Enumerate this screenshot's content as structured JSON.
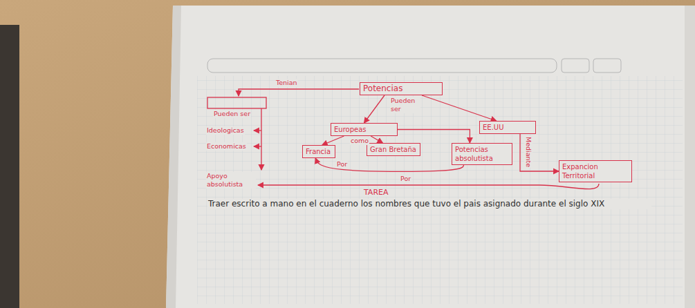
{
  "diagram": {
    "nodes": [
      {
        "text": [
          "Potencias"
        ]
      },
      {
        "text": [
          "Europeas"
        ]
      },
      {
        "text": [
          "EE.UU"
        ]
      },
      {
        "text": [
          "Francia"
        ]
      },
      {
        "text": [
          "Gran Bretaña"
        ]
      },
      {
        "text": [
          "Potencias absolutista"
        ]
      },
      {
        "text": [
          "Expancion Territorial"
        ]
      }
    ],
    "edges": [
      {
        "from": 0,
        "to": 1,
        "arrow": "to",
        "label": "Pueden ser"
      },
      {
        "from": 0,
        "to": 2,
        "arrow": "to"
      },
      {
        "from": 1,
        "to": 3,
        "arrow": "to",
        "label": "como"
      },
      {
        "from": 1,
        "to": 4,
        "arrow": "to"
      },
      {
        "from": 1,
        "to": 5,
        "arrow": "to"
      },
      {
        "from": 2,
        "to": 6,
        "arrow": "to",
        "label": "Mediante"
      },
      {
        "from": 5,
        "to": 3,
        "arrow": "to",
        "label": "Por"
      }
    ],
    "labels": [
      "Tenian",
      "Pueden ser",
      "Ideologicas",
      "Economicas",
      "Apoyo absolutista",
      "Por",
      "TAREA",
      "Traer escrito a mano en el cuaderno los nombres que tuvo el pais asignado durante el siglo XIX"
    ]
  }
}
